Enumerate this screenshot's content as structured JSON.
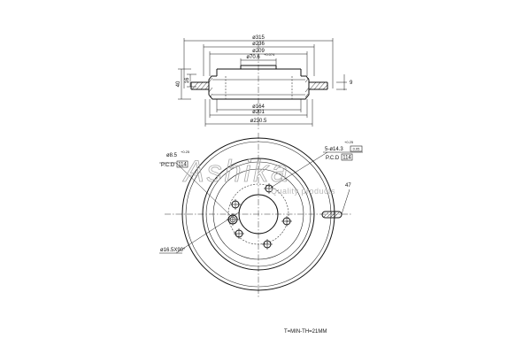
{
  "top_view": {
    "dims": {
      "d315": "ø315",
      "d236": "ø236",
      "d209": "ø209",
      "d70": "ø70.6",
      "d70_tol": "+0.074",
      "h40": "40",
      "h16": "16",
      "t9": "9",
      "d164": "ø164",
      "d201": "ø201",
      "d230": "ø230.5"
    }
  },
  "front_view": {
    "stud_hole": "ø8.5",
    "stud_tol": "+0.25",
    "pcd_left": "P.C.D",
    "pcd_left_box": "114",
    "bolt_holes": "5-ø14.3",
    "bolt_tol": "+0.25",
    "pos_tol": "0.05",
    "pcd_right": "P.C.D",
    "pcd_right_box": "114",
    "chamfer": "ø16.5X90°",
    "groove": "47"
  },
  "watermark": {
    "logo_text": "Ashika",
    "tagline": "Quality products"
  },
  "note": "T=MIN-TH=21MM"
}
